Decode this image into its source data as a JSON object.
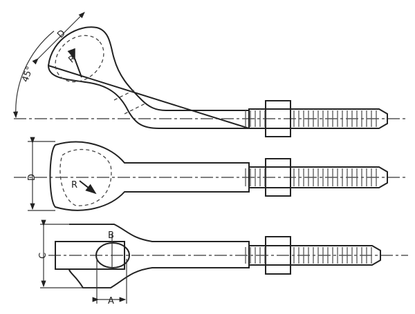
{
  "drawing": {
    "views": [
      {
        "name": "bent-eye-bolt",
        "labels": {
          "angle": "45°",
          "diameter": "D",
          "radius": "R"
        }
      },
      {
        "name": "straight-eye-bolt",
        "labels": {
          "diameter": "D",
          "radius": "R"
        }
      },
      {
        "name": "clevis-eye-bolt",
        "labels": {
          "height": "C",
          "pin": "B",
          "width": "A"
        }
      }
    ],
    "line_color": "#222222",
    "background": "#ffffff"
  }
}
